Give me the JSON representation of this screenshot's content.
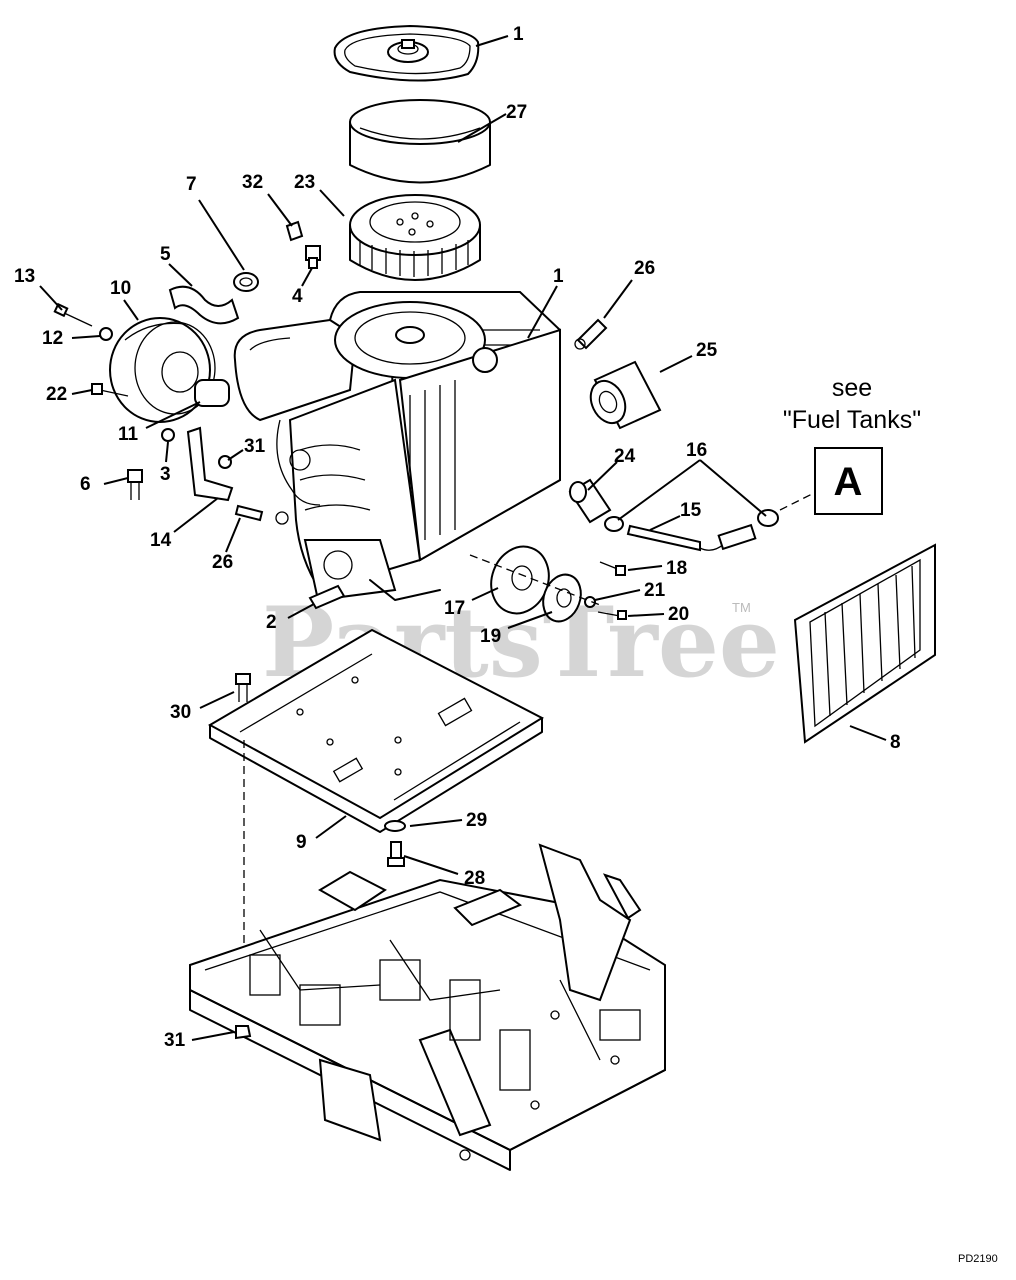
{
  "watermark": {
    "text": "PartsTree",
    "tm": "TM"
  },
  "reference": {
    "see_line1": "see",
    "see_line2": "\"Fuel Tanks\"",
    "letter": "A"
  },
  "drawing_code": "PD2190",
  "callouts": {
    "c1_top": "1",
    "c27": "27",
    "c23": "23",
    "c7": "7",
    "c32": "32",
    "c5": "5",
    "c4": "4",
    "c13": "13",
    "c10": "10",
    "c12": "12",
    "c1_mid": "1",
    "c26_top": "26",
    "c25": "25",
    "c22": "22",
    "c11": "11",
    "c3": "3",
    "c31_top": "31",
    "c6": "6",
    "c24": "24",
    "c16": "16",
    "c15": "15",
    "c14": "14",
    "c26_low": "26",
    "c18": "18",
    "c21": "21",
    "c17": "17",
    "c20": "20",
    "c2": "2",
    "c19": "19",
    "c8": "8",
    "c30": "30",
    "c9": "9",
    "c29": "29",
    "c28": "28",
    "c31_low": "31"
  }
}
